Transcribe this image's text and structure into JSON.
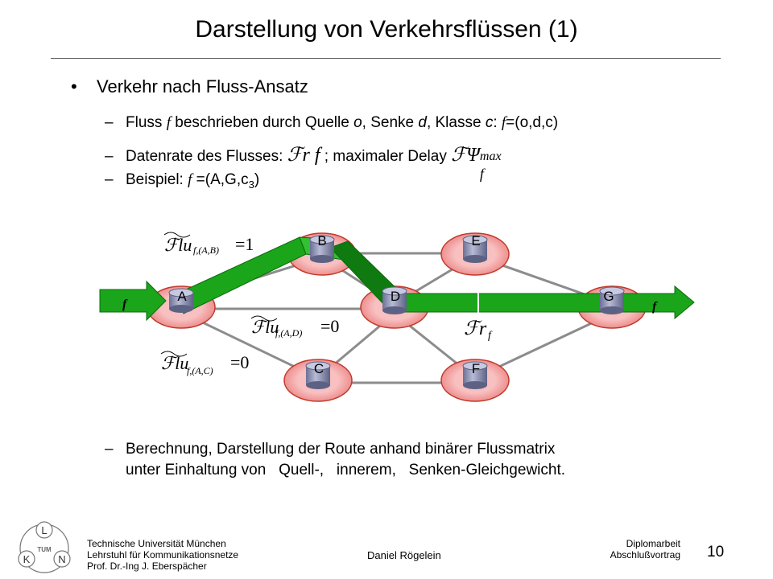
{
  "title": "Darstellung von Verkehrsflüssen (1)",
  "bullet": {
    "label": "Verkehr nach Fluss-Ansatz",
    "sub1": {
      "a": "Fluss ",
      "f": "f",
      "b": " beschrieben durch Quelle ",
      "o": "o",
      "c": ", Senke ",
      "d": "d",
      "e": ", Klasse ",
      "cls": "c",
      "g": ": ",
      "f2": "f",
      "h": "=(o,d,c)"
    },
    "sub2": {
      "a": "Datenrate des Flusses: ",
      "sym1": "ℱr f",
      "b": " ; maximaler Delay ",
      "sym2": "ℱΨ",
      "sup": "max",
      "sub": "f"
    },
    "sub3": {
      "a": "Beispiel: ",
      "f": "f",
      "b": " =(A,G,c",
      "sub": "3",
      "c": ")"
    }
  },
  "diagram": {
    "nodes": [
      "A",
      "B",
      "C",
      "D",
      "E",
      "F",
      "G"
    ],
    "flow_in_label": "f",
    "flow_out_label": "f",
    "label_AB": {
      "sym": "ℱlu",
      "sub": "f,(A,B)",
      "val": "=1"
    },
    "label_AD": {
      "sym": "ℱlu",
      "sub": "f,(A,D)",
      "val": "=0"
    },
    "label_AC": {
      "sym": "ℱlu",
      "sub": "f,(A,C)",
      "val": "=0"
    },
    "label_rate": {
      "sym": "ℱr",
      "sub": "f"
    },
    "colors": {
      "node_ring": "#f4a6a6",
      "node_ring_edge": "#c0392b",
      "cylinder": "#8a8fb0",
      "flow_green": "#1aa51a",
      "link": "#8c8c8c"
    }
  },
  "bottom": {
    "line1": "Berechnung, Darstellung der Route anhand binärer Flussmatrix",
    "line2": "unter Einhaltung von   Quell-,   innerem,   Senken-Gleichgewicht."
  },
  "footer": {
    "left1": "Technische Universität München",
    "left2": "Lehrstuhl für Kommunikationsnetze",
    "left3": "Prof. Dr.-Ing J. Eberspächer",
    "middle": "Daniel Rögelein",
    "right1": "Diplomarbeit",
    "right2": "Abschlußvortrag",
    "page": "10",
    "logo_letters": [
      "L",
      "K",
      "N"
    ],
    "logo_center": "TUM"
  }
}
